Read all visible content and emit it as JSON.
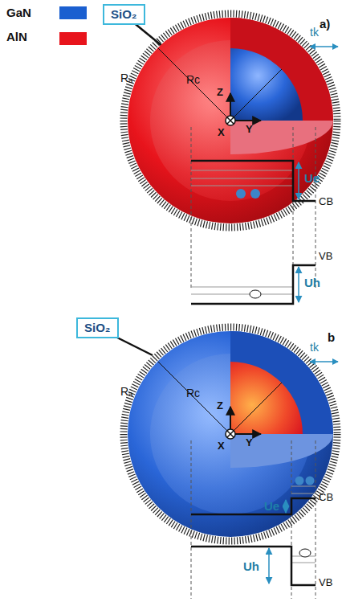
{
  "diagram": {
    "nodes": [
      {
        "text": [
          "SiO₂"
        ]
      },
      {
        "text": [
          "SiO₂"
        ]
      }
    ],
    "labels": [
      "a)",
      "Rₐ",
      "Rc",
      "tk",
      "Z",
      "Y",
      "X",
      "Ue",
      "CB",
      "VB",
      "Uh",
      "b",
      "Rₐ",
      "Rc",
      "tk",
      "Z",
      "Y",
      "X",
      "Ue",
      "CB",
      "VB",
      "Uh"
    ],
    "legend": [
      {
        "text": "GaN",
        "color": "#1a5fd0"
      },
      {
        "text": "AlN",
        "color": "#e8141c"
      }
    ]
  }
}
